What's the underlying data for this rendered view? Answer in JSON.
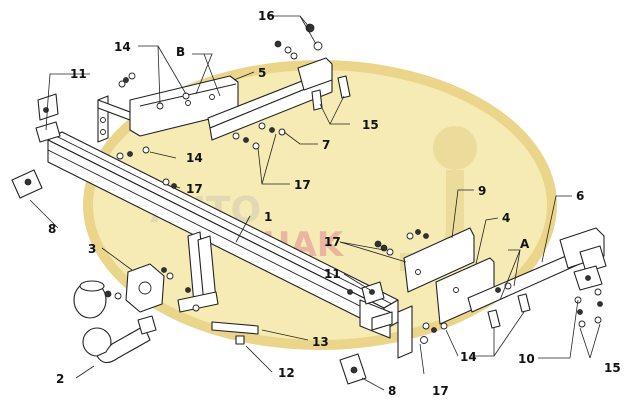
{
  "watermark": {
    "text_1": "AUTO",
    "text_2": "HAK",
    "colors": {
      "ellipse_fill": "#f3e6a3",
      "ellipse_ring": "#e9d27a",
      "hak_red": "#e3a08c",
      "auto_grey": "#d9cfa8"
    }
  },
  "labels": {
    "l1": "1",
    "l2": "2",
    "l3": "3",
    "l4": "4",
    "l5": "5",
    "l6": "6",
    "l7": "7",
    "l8a": "8",
    "l8b": "8",
    "l9": "9",
    "l10": "10",
    "l11a": "11",
    "l11b": "11",
    "l12": "12",
    "l13": "13",
    "l14a": "14",
    "l14b": "14",
    "l14c": "14",
    "l15a": "15",
    "l15b": "15",
    "l16": "16",
    "l17a": "17",
    "l17b": "17",
    "l17c": "17",
    "l17d": "17",
    "lA": "A",
    "lB": "B"
  }
}
